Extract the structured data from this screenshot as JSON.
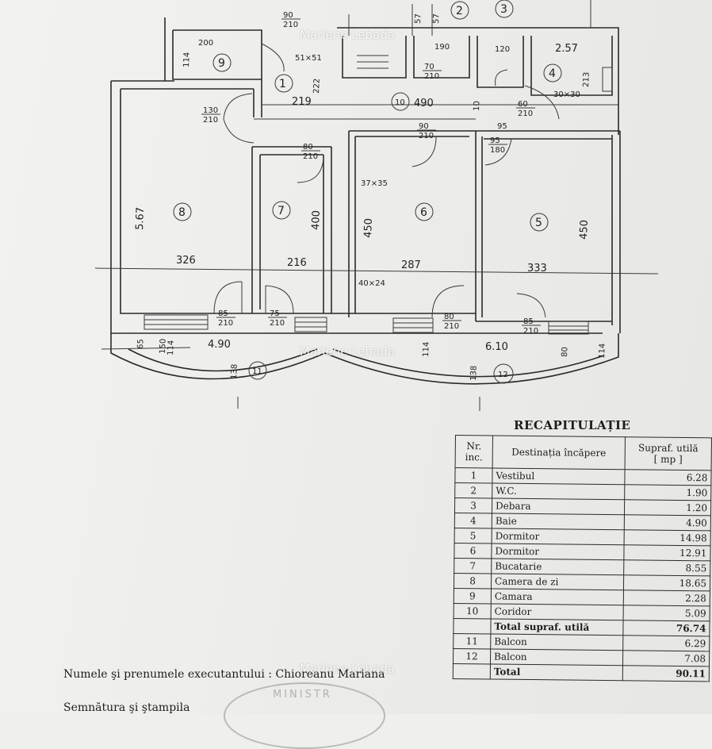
{
  "plan": {
    "rooms": [
      {
        "num": "1"
      },
      {
        "num": "2"
      },
      {
        "num": "3"
      },
      {
        "num": "4"
      },
      {
        "num": "5"
      },
      {
        "num": "6"
      },
      {
        "num": "7"
      },
      {
        "num": "8"
      },
      {
        "num": "9"
      },
      {
        "num": "10"
      },
      {
        "num": "11"
      },
      {
        "num": "12"
      }
    ],
    "dims": {
      "d_326": "326",
      "d_216": "216",
      "d_287": "287",
      "d_333": "333",
      "d_567": "5.67",
      "d_400": "400",
      "d_450a": "450",
      "d_450b": "450",
      "d_219": "219",
      "d_490": "490",
      "d_490b": "4.90",
      "d_610": "6.10",
      "d_257": "2.57",
      "d_213": "213",
      "d_200": "200",
      "d_114": "114",
      "d_222": "222",
      "d_190": "190",
      "d_120": "120",
      "d_10": "10",
      "d_138a": "138",
      "d_138b": "138",
      "d_114b": "114",
      "d_114c": "114",
      "d_114d": "114",
      "d_150": "150",
      "d_65": "65",
      "d_80": "80",
      "d_95": "95",
      "d_57a": "57",
      "d_57b": "57"
    },
    "doors": {
      "door_90_210a": "90\n210",
      "door_130_210": "130\n210",
      "door_80_210a": "80\n210",
      "door_90_210b": "90\n210",
      "door_95_180": "95\n180",
      "door_70_210": "70\n210",
      "door_85_210a": "85\n210",
      "door_75_210": "75\n210",
      "door_80_210b": "80\n210",
      "door_85_210b": "85\n210",
      "door_60_210": "60\n210"
    },
    "marks": {
      "m_51x51": "51×51",
      "m_37x35": "37×35",
      "m_40x24": "40×24",
      "m_30x30": "30×30"
    }
  },
  "watermarks": [
    "Marlene Lebada",
    "Marlene Lebada",
    "Marlene Lebada"
  ],
  "recap": {
    "title": "RECAPITULAȚIE",
    "headers": {
      "nr": "Nr.\ninc.",
      "name": "Destinația încăpere",
      "area": "Supraf. utilă\n[ mp ]"
    },
    "rows": [
      {
        "nr": "1",
        "name": "Vestibul",
        "area": "6.28"
      },
      {
        "nr": "2",
        "name": "W.C.",
        "area": "1.90"
      },
      {
        "nr": "3",
        "name": "Debara",
        "area": "1.20"
      },
      {
        "nr": "4",
        "name": "Baie",
        "area": "4.90"
      },
      {
        "nr": "5",
        "name": "Dormitor",
        "area": "14.98"
      },
      {
        "nr": "6",
        "name": "Dormitor",
        "area": "12.91"
      },
      {
        "nr": "7",
        "name": "Bucatarie",
        "area": "8.55"
      },
      {
        "nr": "8",
        "name": "Camera de zi",
        "area": "18.65"
      },
      {
        "nr": "9",
        "name": "Camara",
        "area": "2.28"
      },
      {
        "nr": "10",
        "name": "Coridor",
        "area": "5.09"
      }
    ],
    "subtotal": {
      "nr": "",
      "name": "Total supraf. utilă",
      "area": "76.74"
    },
    "balconies": [
      {
        "nr": "11",
        "name": "Balcon",
        "area": "6.29"
      },
      {
        "nr": "12",
        "name": "Balcon",
        "area": "7.08"
      }
    ],
    "total": {
      "nr": "",
      "name": "Total",
      "area": "90.11"
    }
  },
  "footer": {
    "executant": "Numele şi prenumele executantului : Chioreanu Mariana",
    "signature": "Semnătura şi ştampila"
  },
  "stamp_text": "MINISTR"
}
